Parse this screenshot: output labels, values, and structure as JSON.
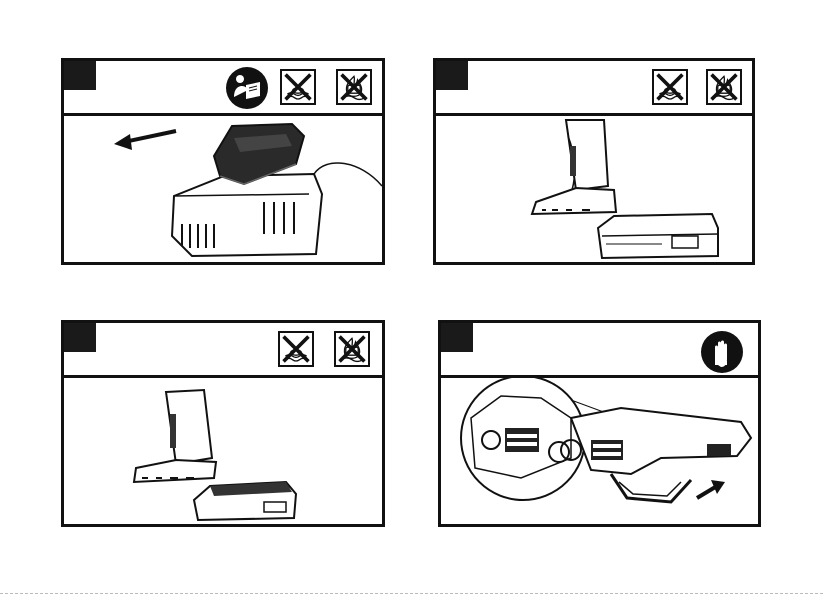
{
  "document": {
    "panels": [
      {
        "id": "panel-1",
        "icons": [
          "manual-read-icon",
          "no-water-icon",
          "no-fire-icon"
        ],
        "illustration": "battery-removal-from-charger"
      },
      {
        "id": "panel-2",
        "icons": [
          "no-water-icon",
          "no-fire-icon"
        ],
        "illustration": "battery-detached-from-tool"
      },
      {
        "id": "panel-3",
        "icons": [
          "no-water-icon",
          "no-fire-icon"
        ],
        "illustration": "battery-insert-into-tool"
      },
      {
        "id": "panel-4",
        "icons": [
          "gloves-icon"
        ],
        "illustration": "pruner-tool-switch"
      }
    ],
    "colors": {
      "line": "#111111",
      "background": "#ffffff"
    }
  }
}
